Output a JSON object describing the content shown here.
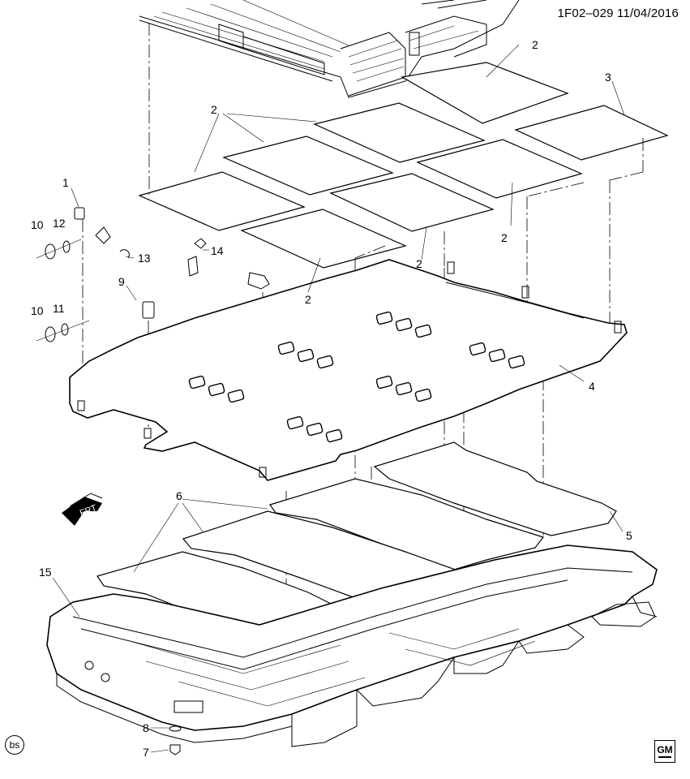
{
  "header": {
    "figure_id": "1F02–029 11/04/2016"
  },
  "badge": "bs",
  "direction_label": "FRT",
  "logo": {
    "text": "GM"
  },
  "callouts": {
    "c1": "1",
    "c2a": "2",
    "c2b": "2",
    "c2c": "2",
    "c2d": "2",
    "c2e": "2",
    "c3": "3",
    "c4": "4",
    "c5": "5",
    "c6": "6",
    "c7": "7",
    "c8": "8",
    "c9": "9",
    "c10a": "10",
    "c10b": "10",
    "c11": "11",
    "c12": "12",
    "c13": "13",
    "c14": "14",
    "c15": "15"
  }
}
